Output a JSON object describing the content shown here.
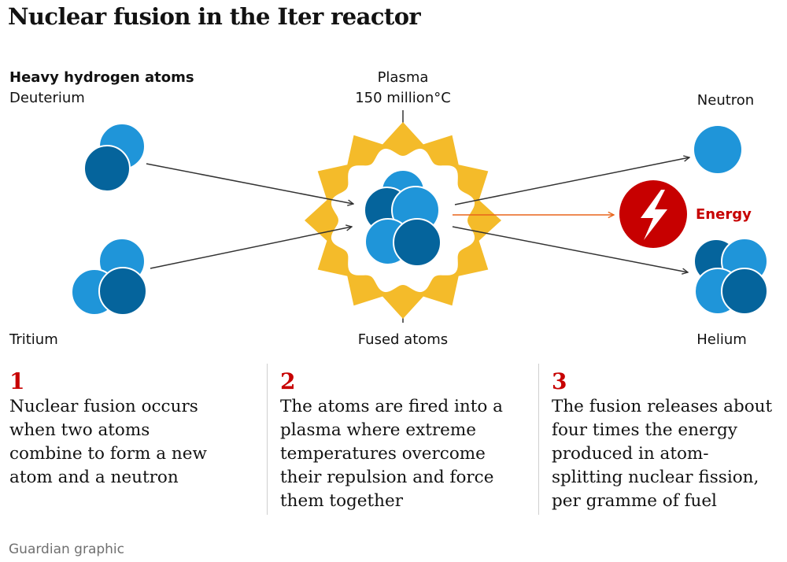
{
  "title": "Nuclear fusion in the Iter reactor",
  "labels": {
    "heavy_hydrogen": "Heavy hydrogen atoms",
    "deuterium": "Deuterium",
    "tritium": "Tritium",
    "plasma": "Plasma",
    "plasma_temp": "150 million°C",
    "fused_atoms": "Fused atoms",
    "neutron": "Neutron",
    "energy": "Energy",
    "helium": "Helium"
  },
  "colors": {
    "proton_light": "#1f95d9",
    "neutron_dark": "#05649c",
    "plasma_yellow": "#f4bb2a",
    "energy_red": "#c70000",
    "energy_arrow": "#e8651b",
    "step_number_red": "#c70000",
    "credit_grey": "#707070"
  },
  "icons": {
    "energy": "lightning-bolt-icon"
  },
  "steps": [
    {
      "number": "1",
      "lines": [
        "Nuclear fusion occurs",
        "when two atoms",
        "combine to form a new",
        "atom and a neutron"
      ]
    },
    {
      "number": "2",
      "lines": [
        "The atoms are fired into a",
        "plasma where extreme",
        "temperatures overcome",
        "their repulsion and force",
        "them together"
      ]
    },
    {
      "number": "3",
      "lines": [
        "The fusion releases about",
        "four times the energy",
        "produced in atom-",
        "splitting nuclear fission,",
        "per gramme of fuel"
      ]
    }
  ],
  "credit": "Guardian graphic"
}
